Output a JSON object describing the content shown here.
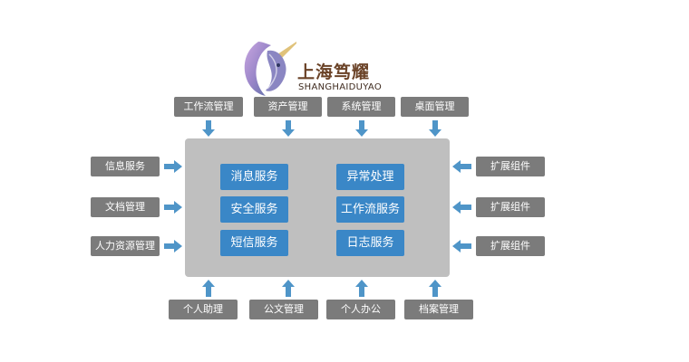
{
  "logo": {
    "title": "上海笃耀",
    "subtitle": "SHANGHAIDUYAO",
    "icon": "unicorn-icon"
  },
  "top_modules": [
    "工作流管理",
    "资产管理",
    "系统管理",
    "桌面管理"
  ],
  "left_modules": [
    "信息服务",
    "文档管理",
    "人力资源管理"
  ],
  "right_modules": [
    "扩展组件",
    "扩展组件",
    "扩展组件"
  ],
  "bottom_modules": [
    "个人助理",
    "公文管理",
    "个人办公",
    "档案管理"
  ],
  "core_services": {
    "left_column": [
      "消息服务",
      "安全服务",
      "短信服务"
    ],
    "right_column": [
      "异常处理",
      "工作流服务",
      "日志服务"
    ]
  },
  "colors": {
    "module_box": "#7b7b7b",
    "core_panel": "#bfbfbf",
    "service_box": "#3a87c7",
    "arrow": "#4f95c8",
    "logo_text": "#6b4328"
  }
}
